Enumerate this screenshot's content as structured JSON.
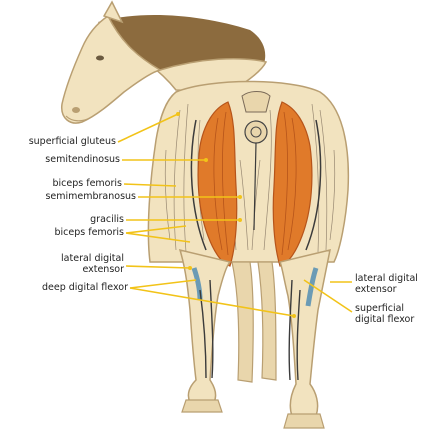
{
  "labels": {
    "superficial_gluteus": "superficial gluteus",
    "semitendinosus": "semitendinosus",
    "biceps_femoris_upper": "biceps femoris",
    "semimembranosus": "semimembranosus",
    "gracilis": "gracilis",
    "biceps_femoris_lower": "biceps femoris",
    "lateral_digital_extensor_left_1": "lateral digital",
    "lateral_digital_extensor_left_2": "extensor",
    "deep_digital_flexor": "deep digital flexor",
    "lateral_digital_extensor_right_1": "lateral digital",
    "lateral_digital_extensor_right_2": "extensor",
    "superficial_digital_flexor_1": "superficial",
    "superficial_digital_flexor_2": "digital flexor"
  },
  "colors": {
    "coat": "#f2e3bf",
    "mane": "#8c6b3e",
    "muscle": "#e07a2a",
    "muscle_dark": "#b6541a",
    "leader": "#f2c318",
    "tendon": "#6b9bb5",
    "fibre": "#7a6a58"
  }
}
